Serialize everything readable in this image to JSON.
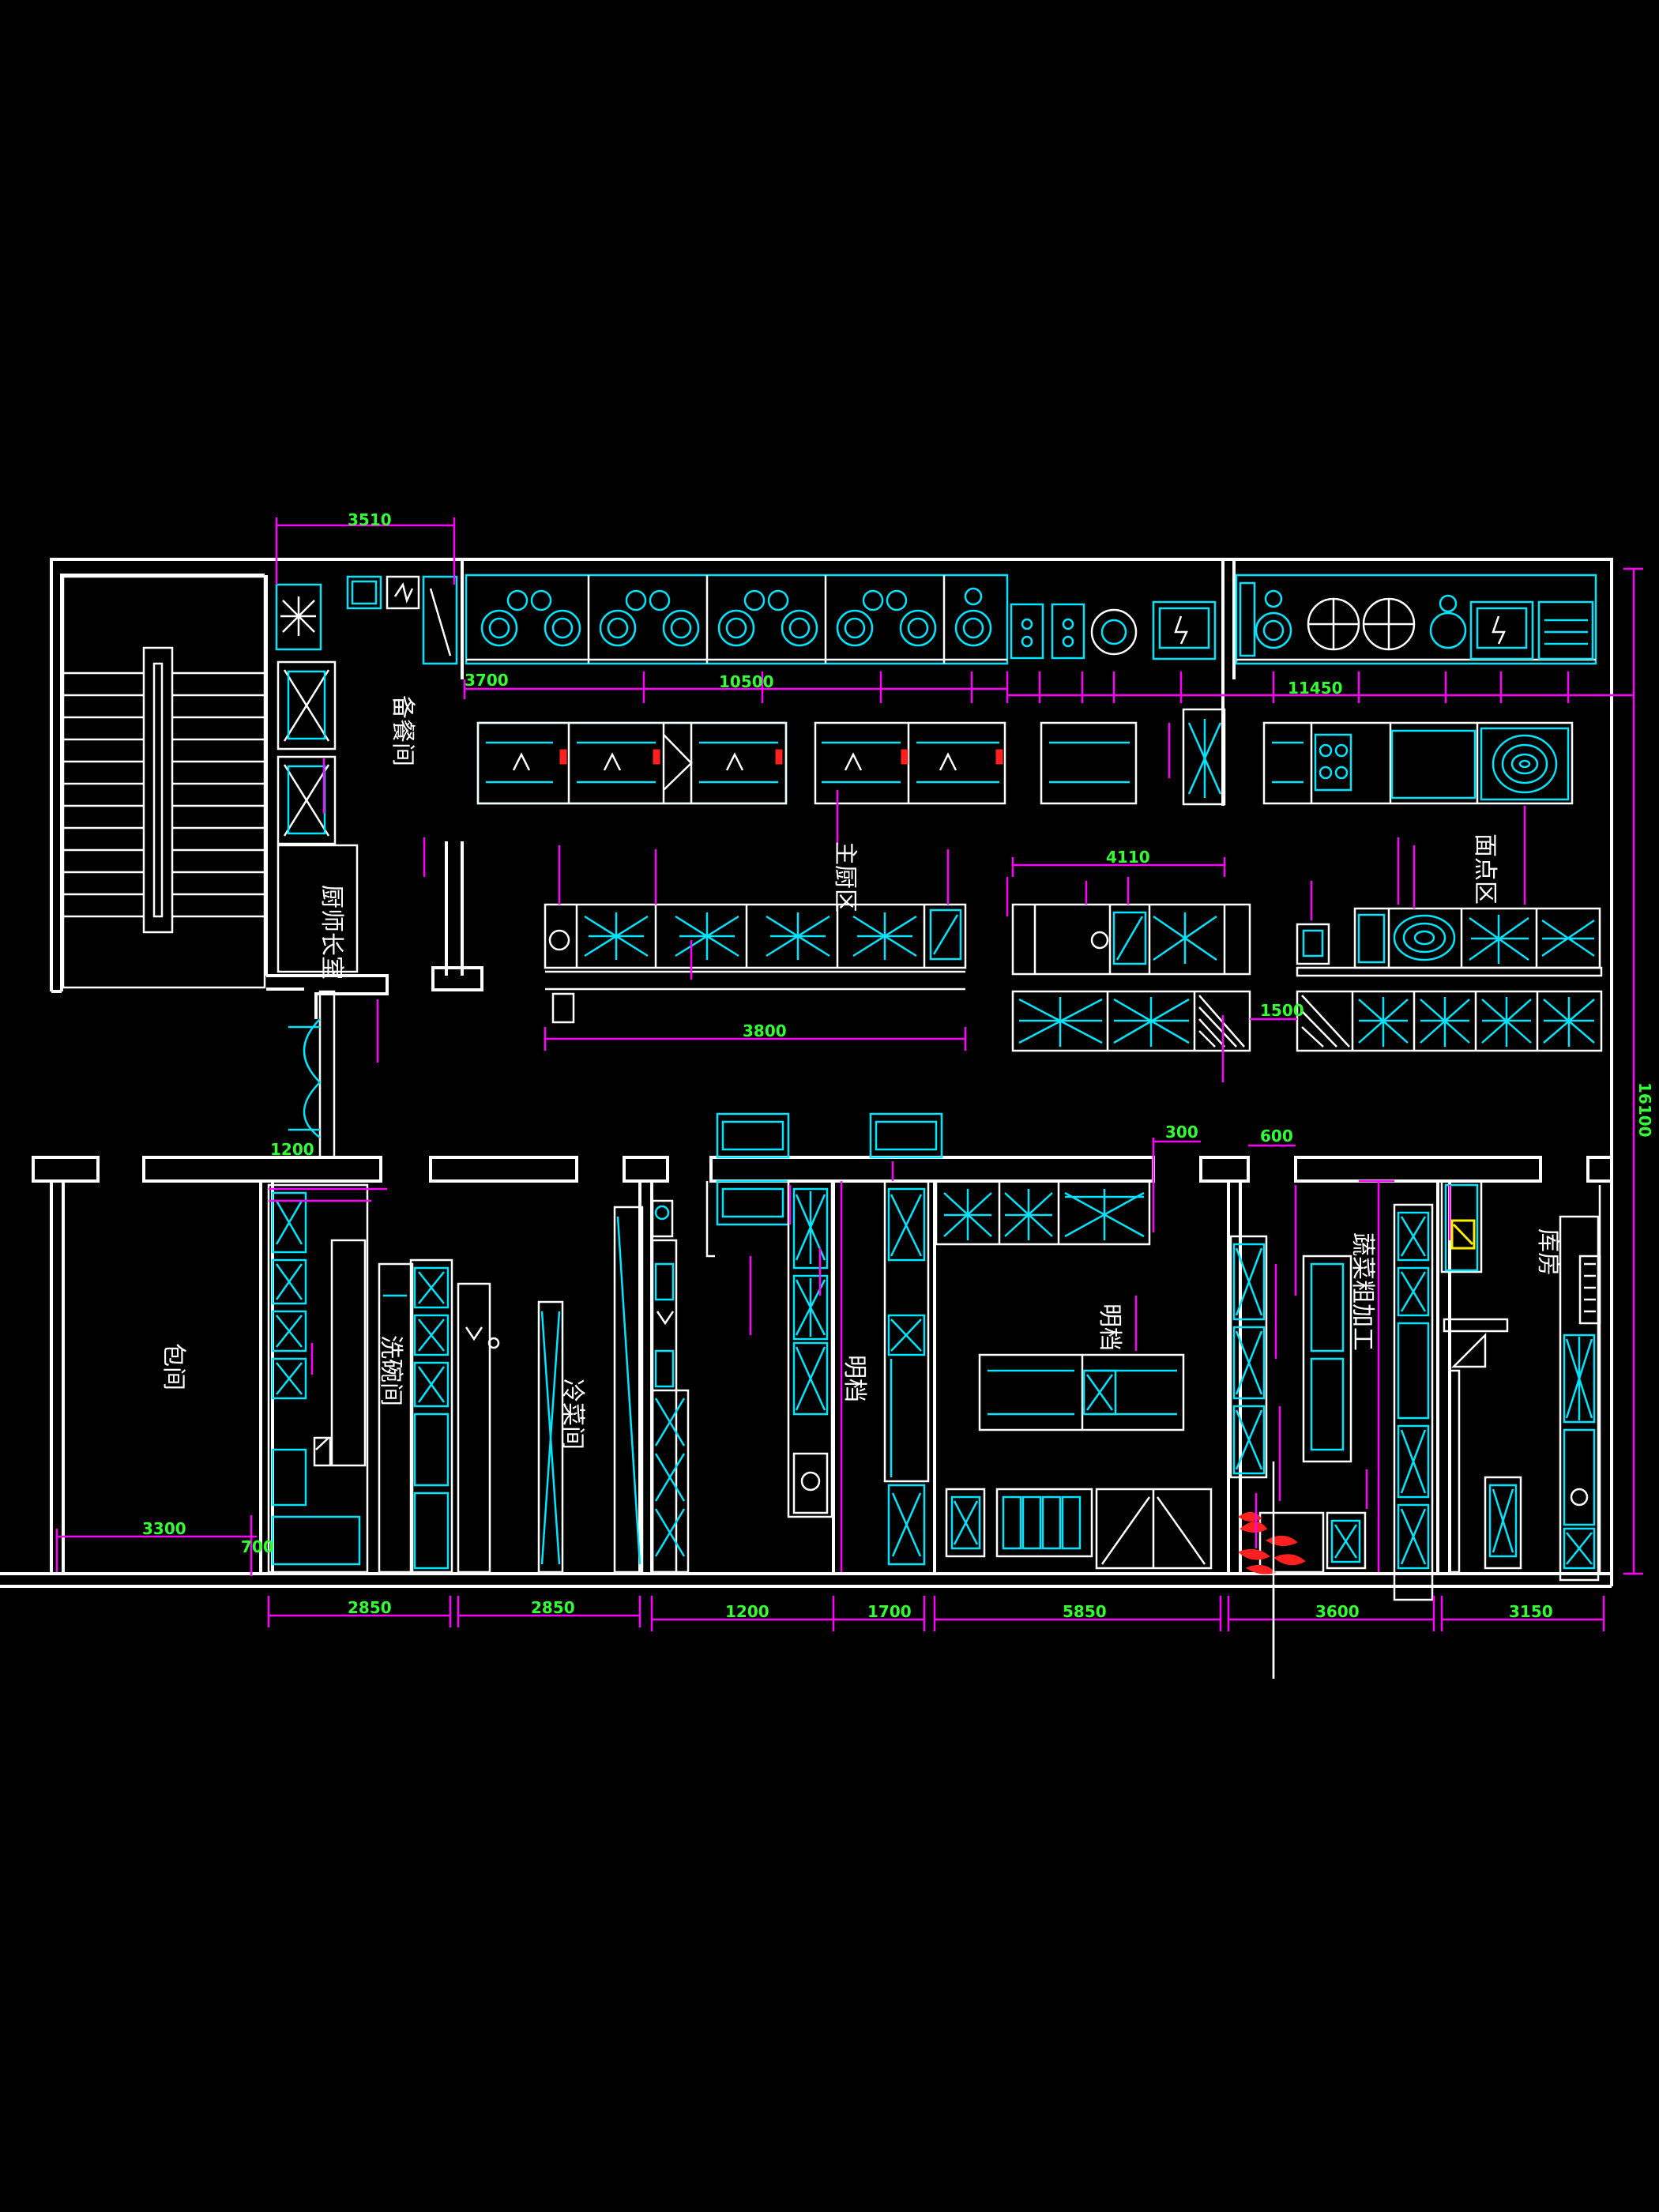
{
  "drawing": {
    "rooms": {
      "stair": "",
      "main_kitchen": "主厨区",
      "dish_room": "洗碗间",
      "office": "厨师长室",
      "private_room": "包间",
      "veg_prep": "蔬菜粗加工",
      "cold_kitchen": "冷菜间",
      "plating": "备餐间",
      "pastry": "面点区",
      "bar": "明档",
      "storage": "库房"
    },
    "dimensions": {
      "top_stair": "3510",
      "top_row_left": "3700",
      "top_row_mid": "10500",
      "top_row_right": "11450",
      "pass_counter": "3800",
      "island_mid": "4110",
      "aisle": "1500",
      "right_total": "16100",
      "bottom_left": "3300",
      "bottom_small": "700",
      "bottom_1": "2850",
      "bottom_2": "2850",
      "bottom_3": "1200",
      "bottom_4": "1700",
      "bottom_5": "5850",
      "bottom_6": "3600",
      "bottom_7": "3150",
      "gap_1": "300",
      "gap_2": "600",
      "door_w": "1200"
    }
  }
}
